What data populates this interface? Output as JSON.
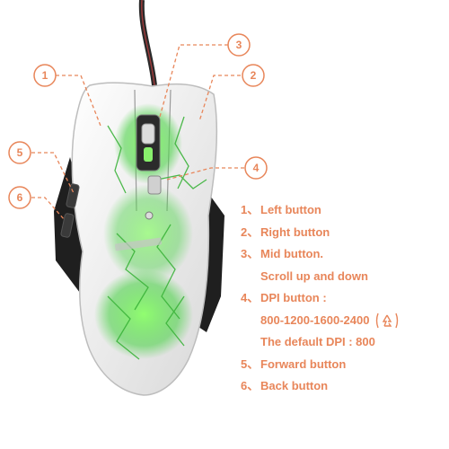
{
  "callouts": [
    "1",
    "2",
    "3",
    "4",
    "5",
    "6"
  ],
  "legend": {
    "items": [
      {
        "num": "1、",
        "label": "Left button"
      },
      {
        "num": "2、",
        "label": "Right button"
      },
      {
        "num": "3、",
        "label": "Mid button."
      },
      {
        "cont": "Scroll up and down"
      },
      {
        "num": "4、",
        "label": "DPI button :"
      },
      {
        "cont": "800-1200-1600-2400"
      },
      {
        "cont": "The default DPI : 800"
      },
      {
        "num": "5、",
        "label": "Forward button"
      },
      {
        "num": "6、",
        "label": "Back button"
      }
    ]
  },
  "colors": {
    "accent": "#e8865a",
    "mouse_body": "#eeeeee",
    "mouse_side": "#1f1f1f",
    "glow": "#6cf25a"
  },
  "icons": [
    "recycle-icon"
  ]
}
